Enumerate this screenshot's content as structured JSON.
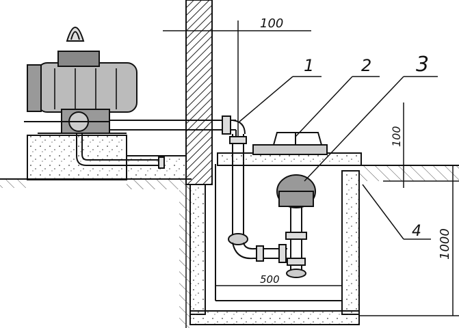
{
  "drawing": {
    "callouts": {
      "c1": "1",
      "c2": "2",
      "c3": "3",
      "c4": "4"
    },
    "dimensions": {
      "d_top": "100",
      "d_right_small": "100",
      "d_right_large": "1000",
      "d_bottom": "500"
    }
  },
  "colors": {
    "ink": "#111111",
    "hatch": "#333333",
    "paper": "#ffffff"
  }
}
